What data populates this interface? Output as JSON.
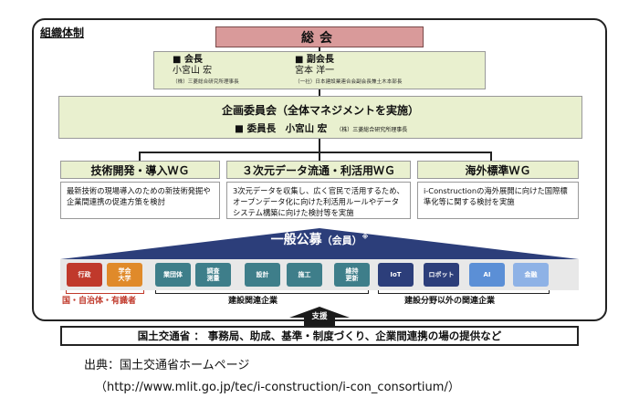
{
  "diagram": {
    "org_title": "組織体制",
    "general_meeting": "総会",
    "chair_heading": "■ 会長",
    "chair_name": "小宮山 宏",
    "chair_affil": "（株）三菱総合研究所理事長",
    "vice_heading": "■ 副会長",
    "vice_name": "宮本 洋一",
    "vice_affil": "（一社）日本建設業連合会副会長兼土木本部長",
    "planning_title": "企画委員会（全体マネジメントを実施）",
    "planning_member": "■ 委員長　小宮山 宏",
    "planning_member_affil": "（株）三菱総合研究所理事長",
    "wg": [
      {
        "title": "技術開発・導入ＷＧ",
        "desc": "最新技術の現場導入のための新技術発掘や企業間連携の促進方策を検討"
      },
      {
        "title": "３次元データ流通・利活用ＷＧ",
        "desc": "3次元データを収集し、広く官民で活用するため、オープンデータ化に向けた利活用ルールやデータシステム構築に向けた検討等を実施"
      },
      {
        "title": "海外標準ＷＧ",
        "desc": "i-Constructionの海外展開に向けた国際標準化等に関する検討を実施"
      }
    ],
    "general_public": "一般公募",
    "general_public_suffix": "（会員）",
    "general_public_mark": "※",
    "members": [
      {
        "label": "行政",
        "color": "#c0392b"
      },
      {
        "label": "学会\n大学",
        "color": "#e08a2a"
      },
      {
        "label": "業団体",
        "color": "#3e7e8a"
      },
      {
        "label": "調査\n測量",
        "color": "#3e7e8a"
      },
      {
        "label": "設計",
        "color": "#3e7e8a"
      },
      {
        "label": "施工",
        "color": "#3e7e8a"
      },
      {
        "label": "維持\n更新",
        "color": "#3e7e8a"
      },
      {
        "label": "IoT",
        "color": "#2c3e7a"
      },
      {
        "label": "ロボット",
        "color": "#2c3e7a"
      },
      {
        "label": "AI",
        "color": "#5b8fd6"
      },
      {
        "label": "金融",
        "color": "#8eb2e6"
      }
    ],
    "categories": {
      "gov": "国・自治体・有識者",
      "construction": "建設関連企業",
      "other": "建設分野以外の関連企業"
    },
    "support_label": "支援",
    "mlit_text": "国土交通省 ： 事務局、助成、基準・制度づくり、企業間連携の場の提供など"
  },
  "source": {
    "line1": "出典：国土交通省ホームページ",
    "line2": "（http://www.mlit.go.jp/tec/i-construction/i-con_consortium/）"
  }
}
